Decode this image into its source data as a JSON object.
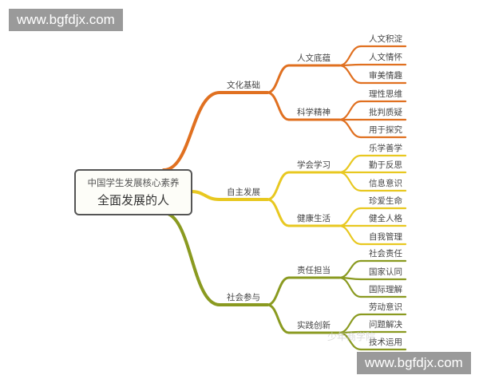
{
  "watermark": "www.bgfdjx.com",
  "faint_watermark": "少年商学院",
  "root": {
    "subtitle": "中国学生发展核心素养",
    "title": "全面发展的人"
  },
  "colors": {
    "orange": "#e07020",
    "yellow": "#e8c820",
    "olive": "#8a9a20"
  },
  "branches": [
    {
      "label": "文化基础",
      "color": "orange",
      "children": [
        {
          "label": "人文底蕴",
          "leaves": [
            "人文积淀",
            "人文情怀",
            "审美情趣"
          ]
        },
        {
          "label": "科学精神",
          "leaves": [
            "理性思维",
            "批判质疑",
            "用于探究"
          ]
        }
      ]
    },
    {
      "label": "自主发展",
      "color": "yellow",
      "children": [
        {
          "label": "学会学习",
          "leaves": [
            "乐学善学",
            "勤于反思",
            "信息意识"
          ]
        },
        {
          "label": "健康生活",
          "leaves": [
            "珍爱生命",
            "健全人格",
            "自我管理"
          ]
        }
      ]
    },
    {
      "label": "社会参与",
      "color": "olive",
      "children": [
        {
          "label": "责任担当",
          "leaves": [
            "社会责任",
            "国家认同",
            "国际理解"
          ]
        },
        {
          "label": "实践创新",
          "leaves": [
            "劳动意识",
            "问题解决",
            "技术运用"
          ]
        }
      ]
    }
  ]
}
